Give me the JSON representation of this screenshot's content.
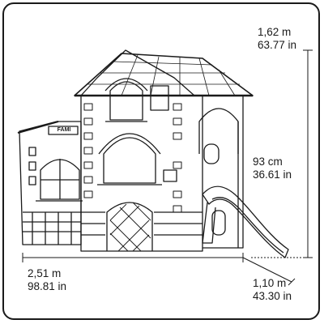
{
  "dimensions": {
    "height": {
      "metric": "1,62 m",
      "imperial": "63.77 in"
    },
    "house_height": {
      "metric": "93 cm",
      "imperial": "36.61 in"
    },
    "width": {
      "metric": "2,51 m",
      "imperial": "98.81 in"
    },
    "depth": {
      "metric": "1,10 m",
      "imperial": "43.30 in"
    }
  },
  "sign_text": "FAMI",
  "colors": {
    "line": "#1a1a1a",
    "background": "#ffffff"
  }
}
